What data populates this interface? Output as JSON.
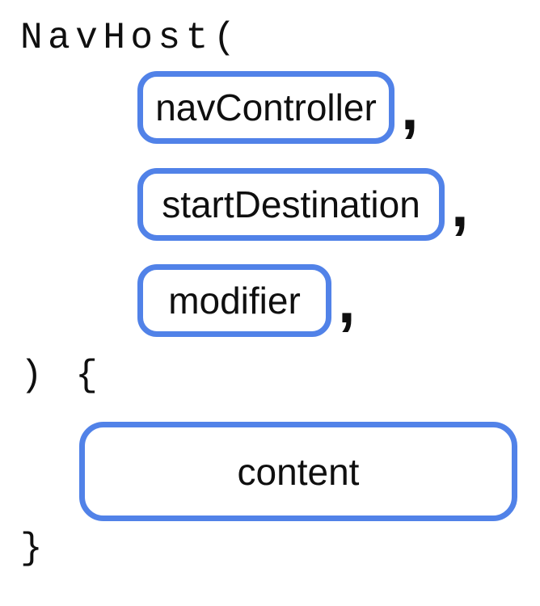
{
  "code": {
    "open_line": "NavHost(",
    "params_close_line": ") {",
    "body_close_line": "}"
  },
  "parameters": [
    {
      "label": "navController",
      "separator": ","
    },
    {
      "label": "startDestination",
      "separator": ","
    },
    {
      "label": "modifier",
      "separator": ","
    }
  ],
  "body": {
    "label": "content"
  },
  "colors": {
    "box_border_blue": "#5182e8",
    "text": "#0f0f0f",
    "background": "#ffffff"
  }
}
